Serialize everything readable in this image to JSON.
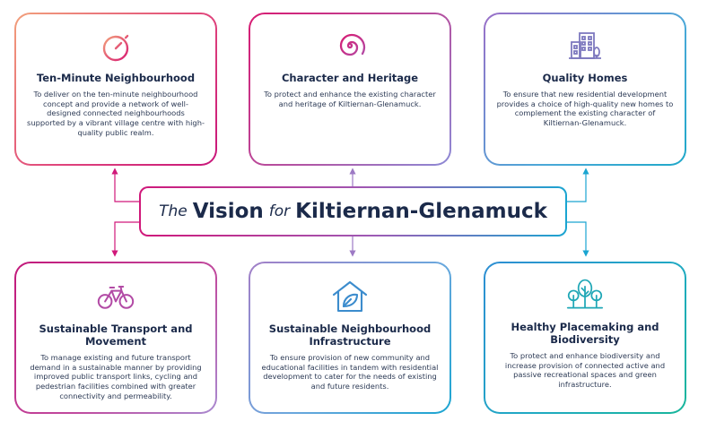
{
  "banner": {
    "the": "The",
    "vision": "Vision",
    "for": "for",
    "place": "Kiltiernan-Glenamuck"
  },
  "cards": [
    {
      "title": "Ten-Minute Neighbourhood",
      "icon": "stopwatch-icon",
      "desc": "To deliver on the ten-minute neighbourhood concept and provide a network of well-designed connected neighbourhoods supported by a vibrant village centre with high-quality public realm."
    },
    {
      "title": "Character and Heritage",
      "icon": "spiral-icon",
      "desc": "To protect and enhance the existing character and heritage of Kiltiernan-Glenamuck."
    },
    {
      "title": "Quality Homes",
      "icon": "buildings-icon",
      "desc": "To ensure that new residential development provides a choice of high-quality new homes to complement the existing character of Kiltiernan-Glenamuck."
    },
    {
      "title": "Sustainable Transport and Movement",
      "icon": "bicycle-icon",
      "desc": "To manage existing and future transport demand in a sustainable manner by providing improved public transport links, cycling and pedestrian facilities combined with greater connectivity and permeability."
    },
    {
      "title": "Sustainable Neighbourhood Infrastructure",
      "icon": "house-leaf-icon",
      "desc": "To ensure provision of new community and educational facilities in tandem with residential development to cater for the needs of existing and future residents."
    },
    {
      "title": "Healthy Placemaking and Biodiversity",
      "icon": "trees-icon",
      "desc": "To protect and enhance biodiversity and increase provision of connected active and passive recreational spaces and green infrastructure."
    }
  ],
  "colors": {
    "navy": "#1b2a4a",
    "pink": "#d0187a",
    "purple": "#9d5bb5",
    "teal": "#1aa5d1",
    "green": "#18b69a"
  }
}
